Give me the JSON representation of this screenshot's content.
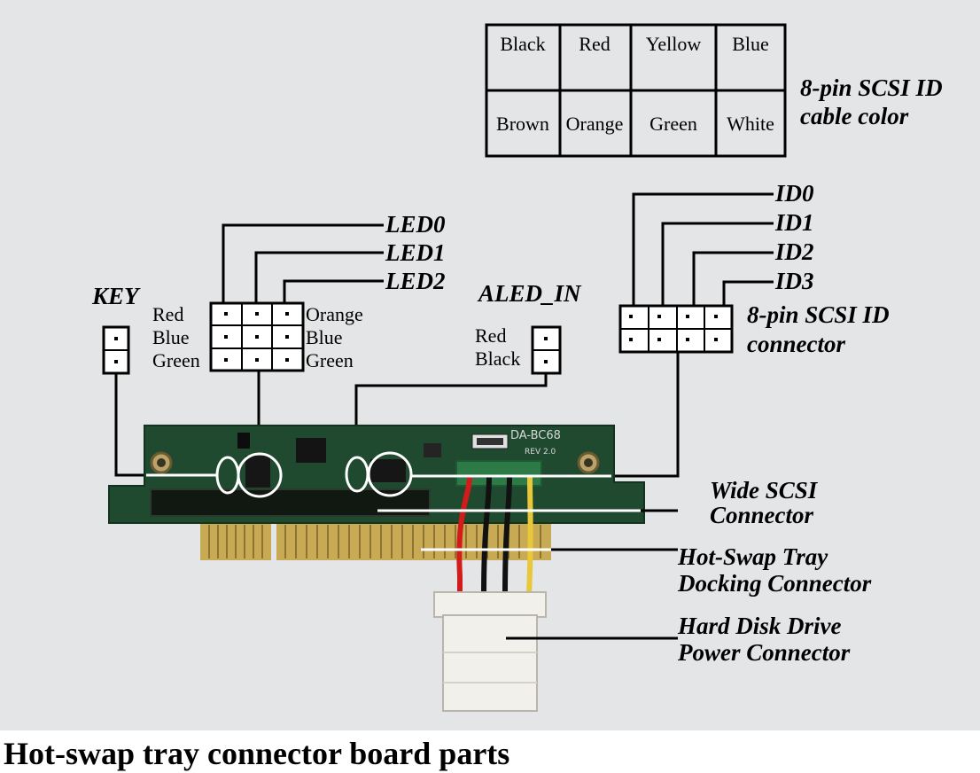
{
  "colors": {
    "background": "#e3e5e6",
    "line": "#000000",
    "pcb": "#1f4a2f",
    "gold": "#c8aa55",
    "connector_white": "#f2f0ea",
    "wire_red": "#d21c1c",
    "wire_black": "#111111",
    "wire_yellow": "#e8c838"
  },
  "color_table": {
    "row1": [
      "Black",
      "Red",
      "Yellow",
      "Blue"
    ],
    "row2": [
      "Brown",
      "Orange",
      "Green",
      "White"
    ],
    "label_line1": "8-pin SCSI ID",
    "label_line2": "cable color"
  },
  "led": {
    "lines": [
      "LED0",
      "LED1",
      "LED2"
    ],
    "left_colors": [
      "Red",
      "Blue",
      "Green"
    ],
    "right_colors": [
      "Orange",
      "Blue",
      "Green"
    ]
  },
  "key": {
    "label": "KEY"
  },
  "aled": {
    "label": "ALED_IN",
    "colors": [
      "Red",
      "Black"
    ]
  },
  "scsi_id": {
    "lines": [
      "ID0",
      "ID1",
      "ID2",
      "ID3"
    ],
    "label_line1": "8-pin SCSI ID",
    "label_line2": "connector"
  },
  "board": {
    "silk_model": "DA-BC68",
    "silk_rev": "REV 2.0"
  },
  "callouts": {
    "wide_scsi_1": "Wide SCSI",
    "wide_scsi_2": "Connector",
    "docking_1": "Hot-Swap Tray",
    "docking_2": "Docking Connector",
    "power_1": "Hard Disk Drive",
    "power_2": "Power Connector"
  },
  "caption": "Hot-swap tray connector board parts"
}
